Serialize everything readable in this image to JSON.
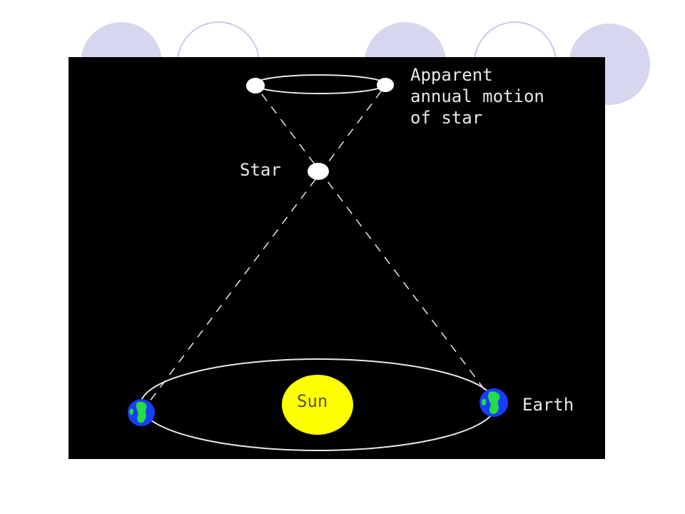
{
  "diagram": {
    "labels": {
      "apparent_motion_line1": "Apparent",
      "apparent_motion_line2": "annual motion",
      "apparent_motion_line3": "of star",
      "star": "Star",
      "sun": "Sun",
      "earth": "Earth"
    }
  },
  "colors": {
    "slide_background": "#ffffff",
    "decor_circle_fill": "#d6d6ee",
    "decor_circle_stroke": "#c9c9e8",
    "figure_background": "#000000",
    "line": "#e8e8e8",
    "star": "#ffffff",
    "sun": "#ffff00",
    "sun_text": "#555555",
    "earth_ocean": "#1a3cff",
    "earth_land": "#22dd44",
    "label_text": "#e8e8e8"
  }
}
